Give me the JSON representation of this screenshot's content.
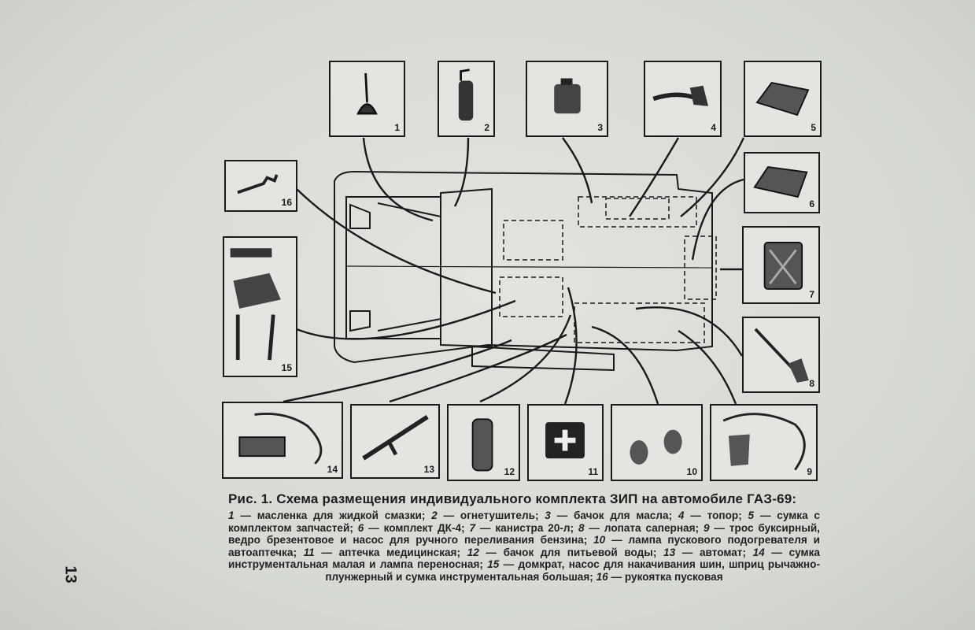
{
  "page_number": "13",
  "figure": {
    "label": "Рис. 1.",
    "title": "Схема размещения индивидуального комплекта ЗИП на автомобиле ГАЗ-69:"
  },
  "legend": [
    {
      "n": "1",
      "text": "масленка для жидкой смазки"
    },
    {
      "n": "2",
      "text": "огнетушитель"
    },
    {
      "n": "3",
      "text": "бачок для масла"
    },
    {
      "n": "4",
      "text": "топор"
    },
    {
      "n": "5",
      "text": "сумка с комплектом запчастей"
    },
    {
      "n": "6",
      "text": "комплект ДК-4"
    },
    {
      "n": "7",
      "text": "канистра 20-л"
    },
    {
      "n": "8",
      "text": "лопата саперная"
    },
    {
      "n": "9",
      "text": "трос буксирный, ведро брезентовое и насос для ручного переливания бензина"
    },
    {
      "n": "10",
      "text": "лампа пускового подогревателя и автоаптечка"
    },
    {
      "n": "11",
      "text": "аптечка медицинская"
    },
    {
      "n": "12",
      "text": "бачок для питьевой воды"
    },
    {
      "n": "13",
      "text": "автомат"
    },
    {
      "n": "14",
      "text": "сумка инструментальная малая и лампа переносная"
    },
    {
      "n": "15",
      "text": "домкрат, насос для накачивания шин, шприц рычажно-плунжерный и сумка инструментальная большая"
    },
    {
      "n": "16",
      "text": "рукоятка пусковая"
    }
  ],
  "boxes": [
    "1",
    "2",
    "3",
    "4",
    "5",
    "6",
    "7",
    "8",
    "9",
    "10",
    "11",
    "12",
    "13",
    "14",
    "15",
    "16"
  ]
}
